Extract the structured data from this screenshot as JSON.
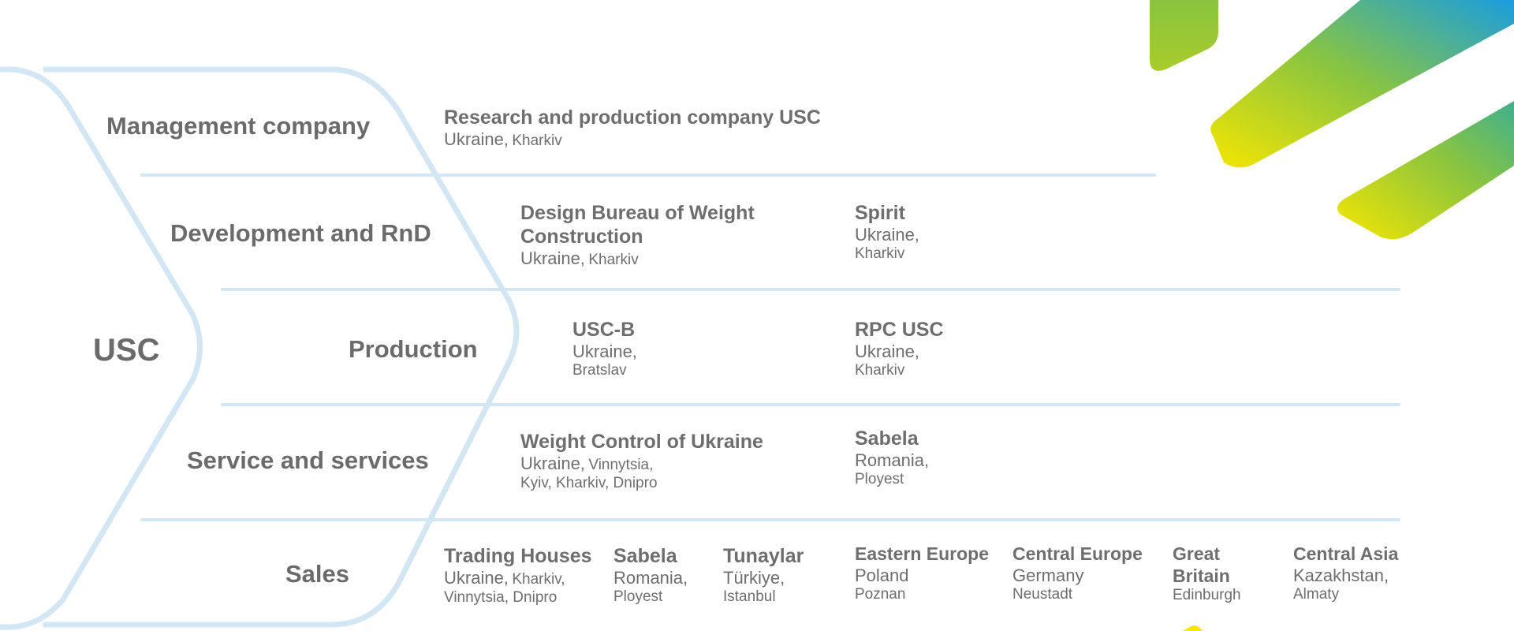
{
  "root": "USC",
  "categories": {
    "management": "Management company",
    "development": "Development and RnD",
    "production": "Production",
    "service": "Service and services",
    "sales": "Sales"
  },
  "entities": {
    "management": [
      {
        "title": "Research and production company USC",
        "country": "Ukraine,",
        "city": "Kharkiv"
      }
    ],
    "development": [
      {
        "title_line1": "Design Bureau of Weight",
        "title_line2": "Construction",
        "country": "Ukraine,",
        "city": "Kharkiv"
      },
      {
        "title": "Spirit",
        "country": "Ukraine,",
        "city": "Kharkiv"
      }
    ],
    "production": [
      {
        "title": "USC-B",
        "country": "Ukraine,",
        "city": "Bratslav"
      },
      {
        "title": "RPC USC",
        "country": "Ukraine,",
        "city": "Kharkiv"
      }
    ],
    "service": [
      {
        "title": "Weight Control of Ukraine",
        "country": "Ukraine,",
        "city": "Vinnytsia,",
        "city2": "Kyiv, Kharkiv, Dnipro"
      },
      {
        "title": "Sabela",
        "country": "Romania,",
        "city": "Ployest"
      }
    ],
    "sales": [
      {
        "title": "Trading Houses",
        "country": "Ukraine,",
        "city": "Kharkiv,",
        "city2": "Vinnytsia, Dnipro"
      },
      {
        "title": "Sabela",
        "country": "Romania,",
        "city": "Ployest"
      },
      {
        "title": "Tunaylar",
        "country": "Türkiye,",
        "city": "Istanbul"
      },
      {
        "title": "Eastern Europe",
        "country": "Poland",
        "city": "Poznan"
      },
      {
        "title": "Central Europe",
        "country": "Germany",
        "city": "Neustadt"
      },
      {
        "title_line1": "Great",
        "title_line2": "Britain",
        "city": "Edinburgh"
      },
      {
        "title": "Central Asia",
        "country": "Kazakhstan,",
        "city": "Almaty"
      }
    ]
  },
  "colors": {
    "text": "#6b6b6b",
    "outline": "#d3e6f3",
    "accent_yellow": "#f6e600",
    "accent_green": "#8ac440",
    "accent_blue": "#1a9de0"
  }
}
